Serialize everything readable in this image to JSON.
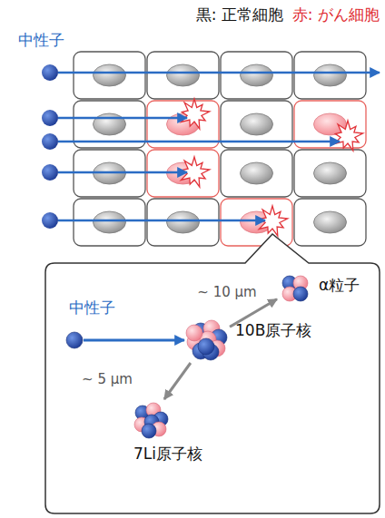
{
  "diagram": {
    "nodes": [
      {
        "text": [
          "中性子"
        ]
      },
      {
        "text": [
          "10B原子核"
        ]
      },
      {
        "text": [
          "α粒子"
        ]
      },
      {
        "text": [
          "7Li原子核"
        ]
      }
    ],
    "edges": [
      {
        "from": 0,
        "to": 1,
        "arrow": "to"
      },
      {
        "from": 1,
        "to": 2,
        "arrow": "to",
        "label": "~ 10 μm"
      },
      {
        "from": 1,
        "to": 3,
        "arrow": "to",
        "label": "~ 5 μm"
      }
    ],
    "labels": [
      "黒: 正常細胞",
      "赤: がん細胞",
      "中性子"
    ]
  }
}
